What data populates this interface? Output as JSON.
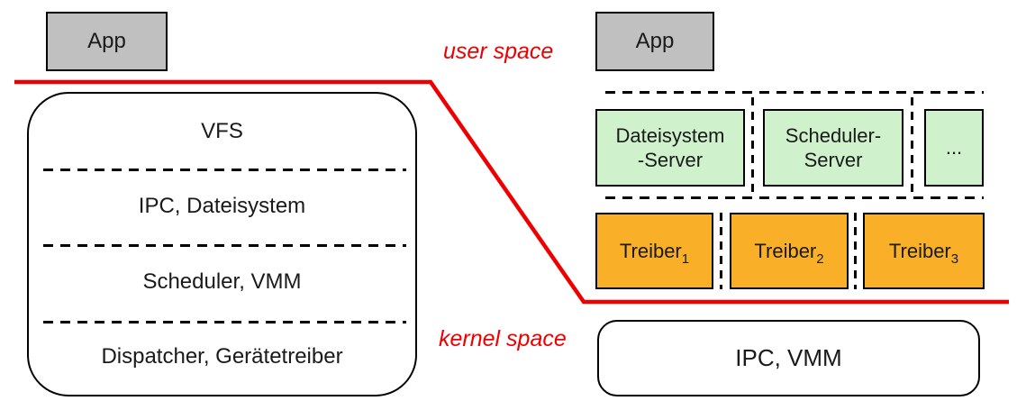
{
  "labels": {
    "user_space": "user space",
    "kernel_space": "kernel space"
  },
  "left_panel": {
    "app_label": "App",
    "kernel_box_rows": [
      {
        "label": "VFS"
      },
      {
        "label": "IPC, Dateisystem"
      },
      {
        "label": "Scheduler, VMM"
      },
      {
        "label": "Dispatcher, Gerätetreiber"
      }
    ]
  },
  "right_panel": {
    "app_label": "App",
    "servers": [
      {
        "line1": "Dateisystem",
        "line2": "-Server"
      },
      {
        "line1": "Scheduler-",
        "line2": "Server"
      },
      {
        "line1": "..."
      }
    ],
    "drivers": [
      {
        "base": "Treiber",
        "sub": "1"
      },
      {
        "base": "Treiber",
        "sub": "2"
      },
      {
        "base": "Treiber",
        "sub": "3"
      }
    ],
    "kernel_box_label": "IPC, VMM"
  },
  "colors": {
    "boundary_red": "#ee0000",
    "app_gray": "#c0c0c0",
    "server_green": "#cff2cc",
    "driver_orange": "#f9b028",
    "border_black": "#000000"
  }
}
